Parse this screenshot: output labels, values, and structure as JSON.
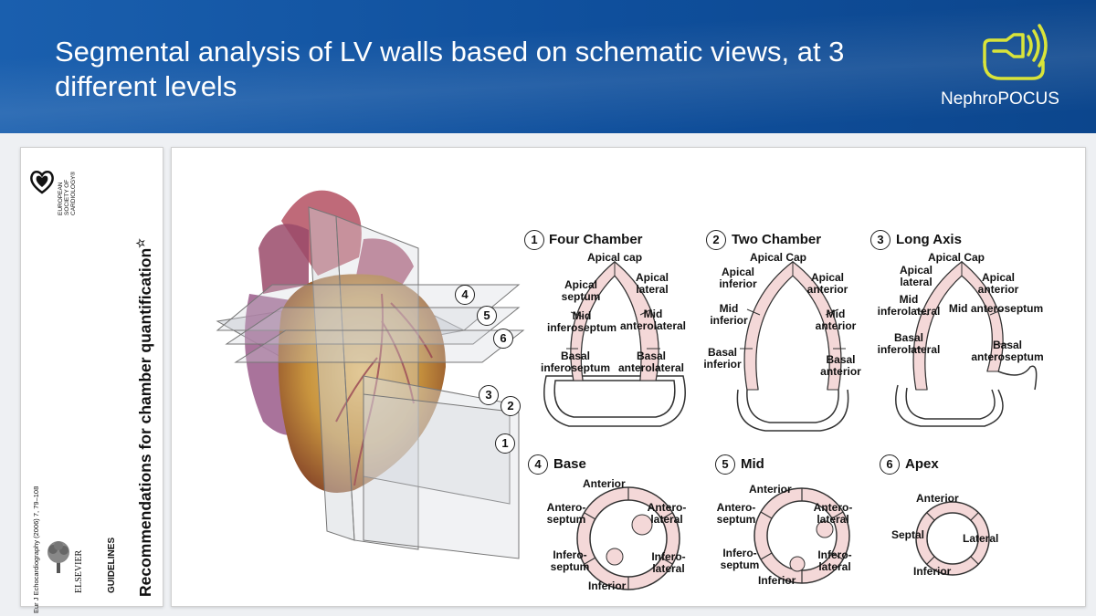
{
  "header": {
    "title": "Segmental analysis of LV walls based on schematic views, at 3 different levels",
    "logo_text": "NephroPOCUS",
    "logo_color": "#d9e43a",
    "background": "#0f4f9c"
  },
  "journal": {
    "society": "EUROPEAN SOCIETY OF CARDIOLOGY®",
    "citation": "Eur J Echocardiography (2006) 7, 79–108",
    "publisher": "ELSEVIER",
    "section": "GUIDELINES",
    "article_title": "Recommendations for chamber quantification",
    "title_mark": "☆"
  },
  "heart": {
    "plane_markers": [
      "4",
      "5",
      "6",
      "3",
      "2",
      "1"
    ]
  },
  "views": {
    "four_chamber": {
      "num": "1",
      "title": "Four Chamber",
      "labels": {
        "apical_cap": "Apical cap",
        "apical_septum": "Apical septum",
        "apical_lateral": "Apical lateral",
        "mid_inferoseptum": "Mid inferoseptum",
        "mid_anterolateral": "Mid anterolateral",
        "basal_inferoseptum": "Basal inferoseptum",
        "basal_anterolateral": "Basal anterolateral"
      }
    },
    "two_chamber": {
      "num": "2",
      "title": "Two Chamber",
      "labels": {
        "apical_cap": "Apical Cap",
        "apical_inferior": "Apical inferior",
        "apical_anterior": "Apical anterior",
        "mid_inferior": "Mid inferior",
        "mid_anterior": "Mid anterior",
        "basal_inferior": "Basal inferior",
        "basal_anterior": "Basal anterior"
      }
    },
    "long_axis": {
      "num": "3",
      "title": "Long Axis",
      "labels": {
        "apical_cap": "Apical Cap",
        "apical_lateral": "Apical lateral",
        "apical_anterior": "Apical anterior",
        "mid_inferolateral": "Mid inferolateral",
        "mid_anteroseptum": "Mid anteroseptum",
        "basal_inferolateral": "Basal inferolateral",
        "basal_anteroseptum": "Basal anteroseptum"
      }
    },
    "base": {
      "num": "4",
      "title": "Base",
      "labels": {
        "anterior": "Anterior",
        "anteroseptum": "Antero- septum",
        "anterolateral": "Antero- lateral",
        "inferoseptum": "Infero- septum",
        "inferolateral": "Infero- lateral",
        "inferior": "Inferior"
      }
    },
    "mid": {
      "num": "5",
      "title": "Mid",
      "labels": {
        "anterior": "Anterior",
        "anteroseptum": "Antero- septum",
        "anterolateral": "Antero- lateral",
        "inferoseptum": "Infero- septum",
        "inferolateral": "Infero- lateral",
        "inferior": "Inferior"
      }
    },
    "apex": {
      "num": "6",
      "title": "Apex",
      "labels": {
        "anterior": "Anterior",
        "septal": "Septal",
        "lateral": "Lateral",
        "inferior": "Inferior"
      }
    }
  }
}
